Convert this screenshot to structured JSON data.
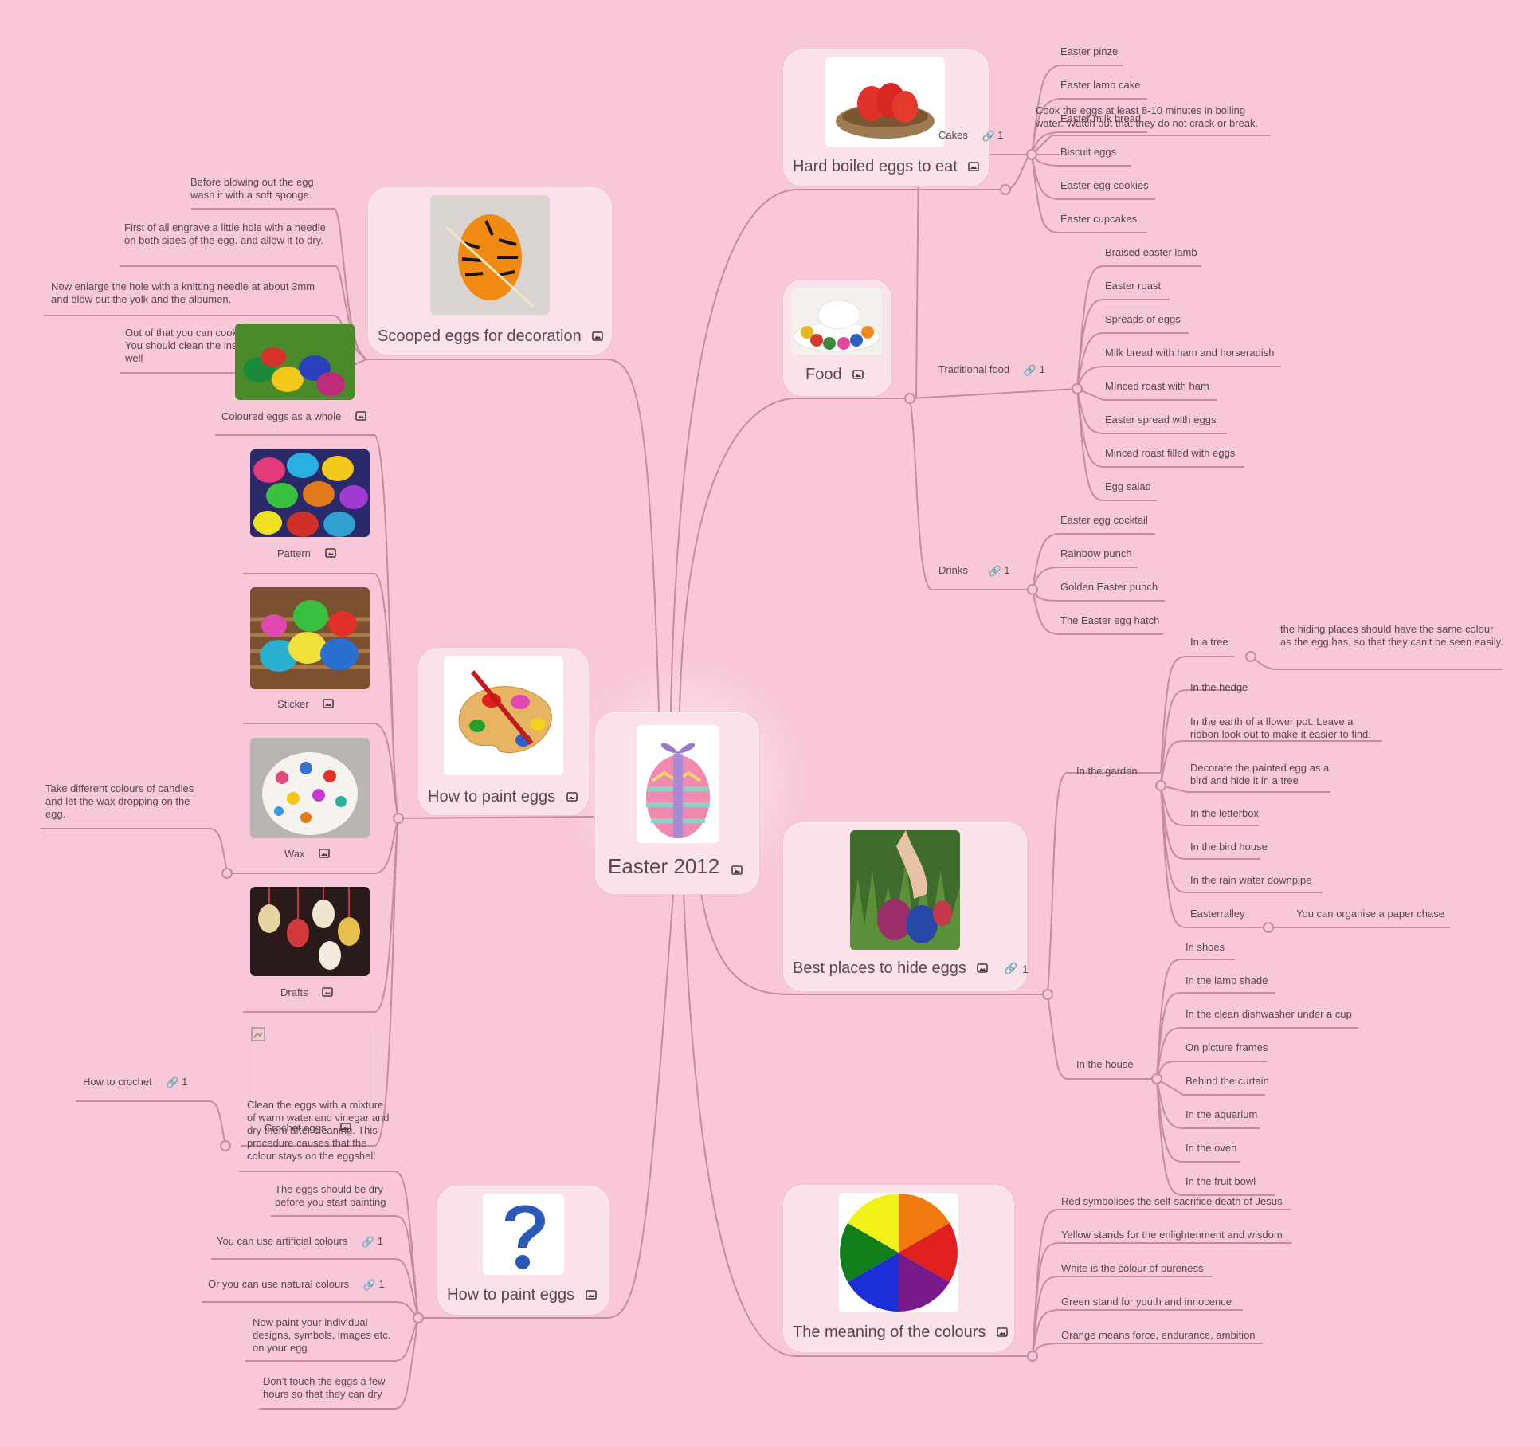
{
  "root": {
    "title": "Easter 2012"
  },
  "branches": {
    "boiled": {
      "title": "Hard boiled eggs to eat",
      "note": "Cook the eggs at least 8-10 minutes in boiling water. Watch out that they do not crack or  break.",
      "cakes": {
        "label": "Cakes",
        "links": "1",
        "items": [
          "Easter pinze",
          "Easter lamb cake",
          "Easter milk bread",
          "Biscuit eggs",
          "Easter egg cookies",
          "Easter cupcakes"
        ]
      }
    },
    "food": {
      "title": "Food",
      "traditional": {
        "label": "Traditional food",
        "links": "1",
        "items": [
          "Braised easter lamb",
          "Easter roast",
          "Spreads of eggs",
          "Milk bread with ham and horseradish",
          "MInced roast with ham",
          "Easter spread with eggs",
          "Minced roast filled with eggs",
          "Egg salad"
        ]
      },
      "drinks": {
        "label": "Drinks",
        "links": "1",
        "items": [
          "Easter egg cocktail",
          "Rainbow punch",
          "Golden Easter punch",
          "The Easter egg hatch"
        ]
      }
    },
    "hide": {
      "title": "Best places to hide eggs",
      "links": "1",
      "garden": {
        "label": "In the garden",
        "tree": "In a tree",
        "tree_note": "the hiding places should have the same colour as the egg has, so that they can't be seen easily.",
        "items": [
          "In the hedge",
          "In the earth of a flower pot. Leave a ribbon look out to make it easier to find.",
          "Decorate the painted egg as a bird and hide it in a tree",
          "In the letterbox",
          "In the bird house",
          "In the rain water downpipe"
        ],
        "alley": "Easterralley",
        "alley_note": "You can organise a paper chase"
      },
      "house": {
        "label": "In the house",
        "items": [
          "In shoes",
          "In the lamp shade",
          "In the clean dishwasher under a cup",
          "On picture frames",
          "Behind the curtain",
          "In the aquarium",
          "In the oven",
          "In the fruit bowl"
        ]
      }
    },
    "colours": {
      "title": "The meaning of the colours",
      "items": [
        "Red symbolises the self-sacrifice death of Jesus",
        "Yellow stands for the enlightenment and wisdom",
        "White is the colour of pureness",
        "Green stand for youth and innocence",
        "Orange means force, endurance, ambition"
      ]
    },
    "scooped": {
      "title": "Scooped eggs for decoration",
      "items": [
        "Before blowing out the egg, wash it with a soft sponge.",
        "First of all engrave a little hole with a needle on both sides of the egg. and allow it to dry.",
        "Now enlarge the hole with a knitting needle at about 3mm and blow out the yolk and the albumen.",
        "Out of that you can cook scrambled eggs. You should clean the inside of the egg as well"
      ]
    },
    "paint": {
      "title": "How to paint eggs",
      "subs": {
        "coloured": "Coloured eggs as a whole",
        "pattern": "Pattern",
        "sticker": "Sticker",
        "wax": "Wax",
        "drafts": "Drafts",
        "crochet": "Crochet eggs"
      },
      "wax_note": "Take different colours of candles and let the wax dropping on the egg.",
      "crochet_link": "How to crochet",
      "crochet_links": "1"
    },
    "paint2": {
      "title": "How to paint eggs",
      "items": [
        "Clean the eggs with a mixture of warm water and vinegar and dry them after cleaning. This procedure causes that the colour stays on the eggshell",
        "The eggs should be dry before you start painting",
        "You can use artificial colours",
        "Or you can use natural colours",
        "Now paint your individual designs, symbols, images etc. on your egg",
        "Don't touch the eggs a few hours so that they can dry"
      ],
      "artificial_links": "1",
      "natural_links": "1"
    }
  },
  "colors": {
    "background": "#f8c8d8",
    "card": "#fbe2ea",
    "line": "#c78a9e",
    "text": "#5b4650"
  },
  "icons": {
    "image": "image-icon",
    "link": "link-icon"
  }
}
